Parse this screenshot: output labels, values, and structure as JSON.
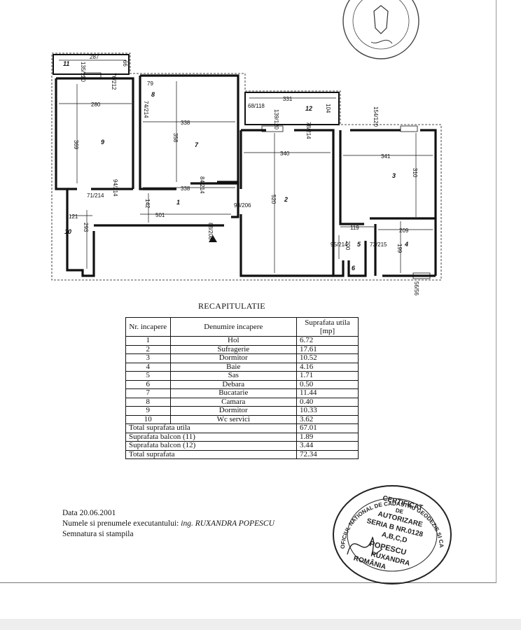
{
  "plan": {
    "rooms": [
      {
        "id": "1",
        "dims": []
      },
      {
        "id": "2",
        "dims": [
          "340",
          "520"
        ]
      },
      {
        "id": "3",
        "dims": [
          "341",
          "310"
        ]
      },
      {
        "id": "4",
        "dims": [
          "209",
          "199"
        ]
      },
      {
        "id": "5",
        "dims": [
          "119",
          "200"
        ]
      },
      {
        "id": "6",
        "dims": []
      },
      {
        "id": "7",
        "dims": [
          "338",
          "358",
          "338"
        ]
      },
      {
        "id": "8",
        "dims": [
          "79"
        ]
      },
      {
        "id": "9",
        "dims": [
          "280",
          "369"
        ]
      },
      {
        "id": "10",
        "dims": [
          "121",
          "293"
        ]
      },
      {
        "id": "11",
        "dims": [
          "287"
        ]
      },
      {
        "id": "12",
        "dims": [
          "331"
        ]
      }
    ],
    "openings": [
      "135/120",
      "76/212",
      "66",
      "74/214",
      "94/214",
      "84/214",
      "71/214",
      "142",
      "501",
      "93/206",
      "88/208",
      "68/118",
      "139/120",
      "78/214",
      "104",
      "154/120",
      "95/214",
      "73/215",
      "56/56"
    ]
  },
  "recap": {
    "title": "RECAPITULATIE",
    "headers": [
      "Nr. incapere",
      "Denumire incapere",
      "Suprafata utila [mp]"
    ],
    "rows": [
      [
        "1",
        "Hol",
        "6.72"
      ],
      [
        "2",
        "Sufragerie",
        "17.61"
      ],
      [
        "3",
        "Dormitor",
        "10.52"
      ],
      [
        "4",
        "Baie",
        "4.16"
      ],
      [
        "5",
        "Sas",
        "1.71"
      ],
      [
        "6",
        "Debara",
        "0.50"
      ],
      [
        "7",
        "Bucatarie",
        "11.44"
      ],
      [
        "8",
        "Camara",
        "0.40"
      ],
      [
        "9",
        "Dormitor",
        "10.33"
      ],
      [
        "10",
        "Wc servici",
        "3.62"
      ]
    ],
    "totals": [
      [
        "Total suprafata utila",
        "67.01"
      ],
      [
        "Suprafata balcon (11)",
        "1.89"
      ],
      [
        "Suprafata balcon (12)",
        "3.44"
      ],
      [
        "Total suprafata",
        "72.34"
      ]
    ]
  },
  "footer": {
    "date": "Data 20.06.2001",
    "executor_label": "Numele si prenumele executantului:",
    "executor_name": "ing. RUXANDRA POPESCU",
    "signature_label": "Semnatura si stampila"
  },
  "stamp": {
    "ring": "OFICIUL NATIONAL DE CADASTRU GEODEZIE SI CARTOGRAFIE",
    "lines": [
      "CERTIFICAT",
      "DE",
      "AUTORIZARE",
      "SERIA B NR.0128",
      "A,B,C,D",
      "POPESCU",
      "RUXANDRA"
    ],
    "country": "ROMÂNIA"
  },
  "colors": {
    "ink": "#111111",
    "paper": "#ffffff"
  }
}
